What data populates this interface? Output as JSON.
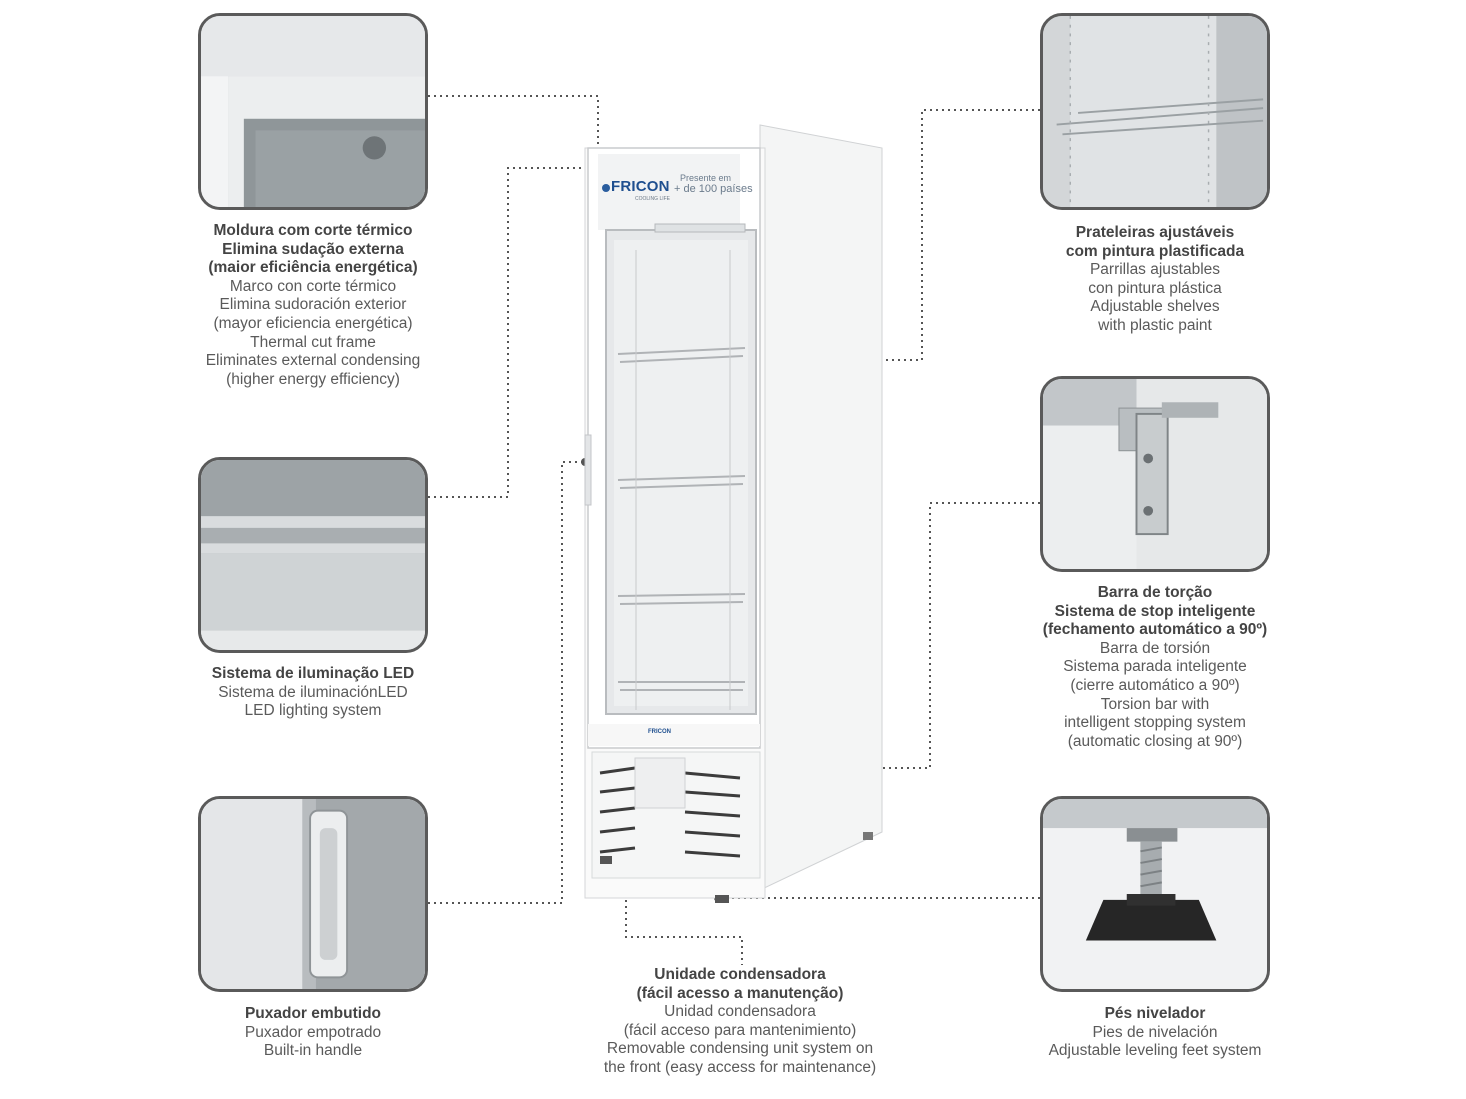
{
  "colors": {
    "outline": "#5a5a5a",
    "connector": "#555555",
    "text": "#505050",
    "text_bold": "#444444"
  },
  "brand": {
    "name": "FRICON",
    "tagline": "COOLING LIFE",
    "banner_line1": "Presente em",
    "banner_line2": "+ de 100 países",
    "base_logo": "FRICON"
  },
  "features": [
    {
      "id": "frame",
      "bold": [
        "Moldura com corte térmico",
        "Elimina sudação externa",
        "(maior eficiência energética)"
      ],
      "normal": [
        "Marco con corte térmico",
        "Elimina sudoración exterior",
        "(mayor eficiencia energética)",
        "Thermal cut frame",
        "Eliminates external condensing",
        "(higher energy efficiency)"
      ]
    },
    {
      "id": "led",
      "bold": [
        "Sistema de iluminação LED"
      ],
      "normal": [
        "Sistema de iluminaciónLED",
        "LED lighting system"
      ]
    },
    {
      "id": "handle",
      "bold": [
        "Puxador embutido"
      ],
      "normal": [
        "Puxador empotrado",
        "Built-in handle"
      ]
    },
    {
      "id": "condenser",
      "bold": [
        "Unidade condensadora",
        "(fácil acesso a manutenção)"
      ],
      "normal": [
        "Unidad condensadora",
        "(fácil acceso para mantenimiento)",
        "Removable condensing unit system on",
        "the front (easy access for maintenance)"
      ]
    },
    {
      "id": "shelves",
      "bold": [
        "Prateleiras ajustáveis",
        "com pintura plastificada"
      ],
      "normal": [
        "Parrillas ajustables",
        "con pintura plástica",
        "Adjustable shelves",
        "with plastic paint"
      ]
    },
    {
      "id": "torsion",
      "bold": [
        "Barra de torção",
        "Sistema de stop inteligente",
        "(fechamento automático a 90º)"
      ],
      "normal": [
        "Barra de torsión",
        "Sistema parada inteligente",
        "(cierre automático a 90º)",
        "Torsion bar with",
        "intelligent stopping system",
        "(automatic closing at 90º)"
      ]
    },
    {
      "id": "feet",
      "bold": [
        "Pés nivelador"
      ],
      "normal": [
        "Pies de nivelación",
        "Adjustable leveling feet system"
      ]
    }
  ]
}
